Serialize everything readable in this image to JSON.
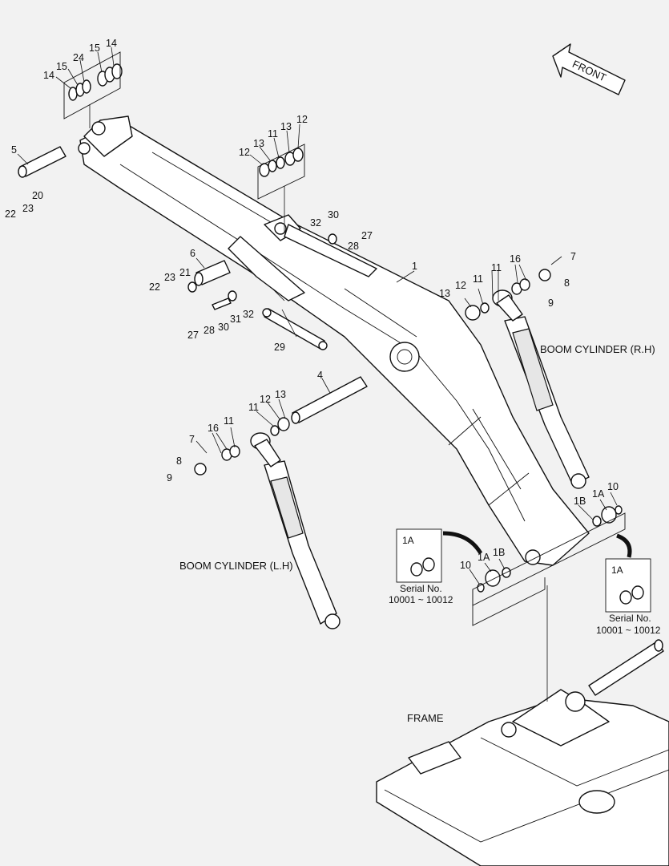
{
  "front_arrow": {
    "label": "FRONT"
  },
  "labels": {
    "boom_cylinder_rh": "BOOM CYLINDER (R.H)",
    "boom_cylinder_lh": "BOOM CYLINDER (L.H)",
    "frame": "FRAME"
  },
  "inset_left": {
    "part": "1A",
    "serial_label": "Serial No.",
    "serial_range": "10001 ~ 10012"
  },
  "inset_right": {
    "part": "1A",
    "serial_label": "Serial No.",
    "serial_range": "10001 ~ 10012"
  },
  "callouts": {
    "c1": "1",
    "c1a_left": "1A",
    "c1b_left": "1B",
    "c1a_right": "1A",
    "c1b_right": "1B",
    "c4": "4",
    "c5": "5",
    "c6": "6",
    "c7_left": "7",
    "c7_right": "7",
    "c8_left": "8",
    "c8_right": "8",
    "c9_left": "9",
    "c9_right": "9",
    "c10_left": "10",
    "c10_right": "10",
    "c11_top": "11",
    "c11_rh": "11",
    "c11_lh_a": "11",
    "c11_lh_b": "11",
    "c12_top_a": "12",
    "c12_top_b": "12",
    "c12_rh": "12",
    "c12_lh": "12",
    "c13_top_a": "13",
    "c13_top_b": "13",
    "c13_rh": "13",
    "c13_lh": "13",
    "c14_a": "14",
    "c14_b": "14",
    "c15_a": "15",
    "c15_b": "15",
    "c16_rh": "16",
    "c16_lh": "16",
    "c20": "20",
    "c21": "21",
    "c22_a": "22",
    "c22_b": "22",
    "c23_a": "23",
    "c23_b": "23",
    "c24": "24",
    "c27_a": "27",
    "c27_b": "27",
    "c28_a": "28",
    "c28_b": "28",
    "c29": "29",
    "c30_a": "30",
    "c30_b": "30",
    "c31": "31",
    "c32_a": "32",
    "c32_b": "32"
  }
}
